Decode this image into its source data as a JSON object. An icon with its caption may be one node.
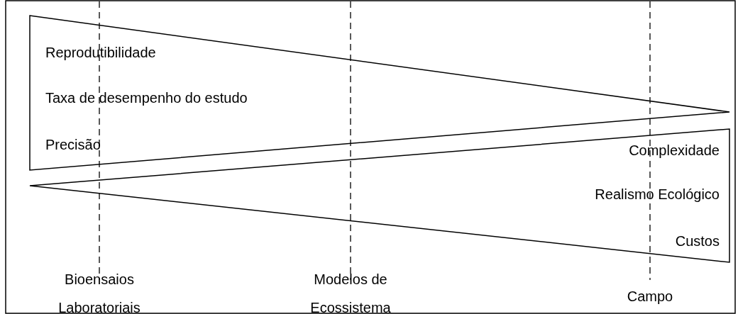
{
  "diagram": {
    "nodes": [
      {
        "text": [
          "Reprodutibilidade",
          "Taxa de desempenho do estudo",
          "Precisão"
        ]
      },
      {
        "text": [
          "Complexidade",
          "Realismo Ecológico",
          "Custos"
        ]
      }
    ],
    "edges": [],
    "labels": [
      "Bioensaios Laboratoriais",
      "Modelos de Ecossistema",
      "Campo"
    ]
  }
}
